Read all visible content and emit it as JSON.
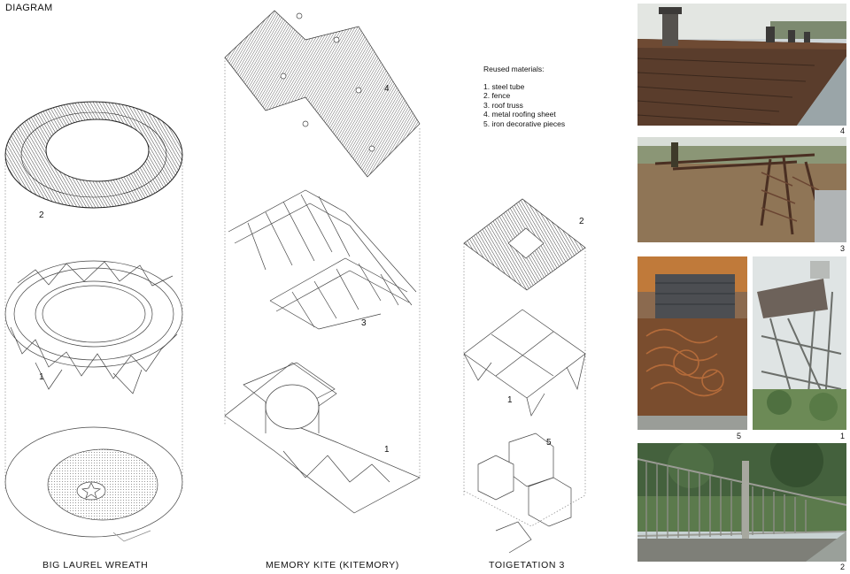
{
  "page": {
    "title": "DIAGRAM"
  },
  "columns": [
    {
      "caption": "BIG LAUREL WREATH",
      "labels": [
        "2",
        "1"
      ]
    },
    {
      "caption": "MEMORY KITE (KITEMORY)",
      "labels": [
        "4",
        "3",
        "1"
      ]
    },
    {
      "caption": "TOIGETATION 3",
      "labels": [
        "2",
        "1",
        "5"
      ]
    }
  ],
  "materials": {
    "heading": "Reused materials:",
    "items": [
      "1. steel tube",
      "2. fence",
      "3. roof truss",
      "4. metal roofing sheet",
      "5. iron decorative pieces"
    ]
  },
  "photos": [
    {
      "label": "4"
    },
    {
      "label": "3"
    },
    {
      "label": "5"
    },
    {
      "label": "1"
    },
    {
      "label": "2"
    }
  ]
}
